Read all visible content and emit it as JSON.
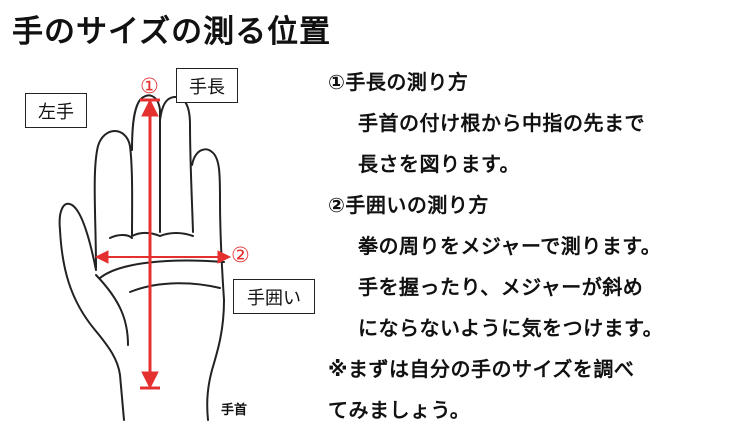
{
  "title": "手のサイズの測る位置",
  "diagram": {
    "hand_label": "左手",
    "marker_1": "①",
    "length_label": "手長",
    "marker_2": "②",
    "girth_label": "手囲い",
    "wrist_label": "手首",
    "colors": {
      "accent": "#e53030",
      "outline": "#222222"
    }
  },
  "instructions": {
    "heading_1": "①手長の測り方",
    "text_1a": "手首の付け根から中指の先まで",
    "text_1b": "長さを図ります。",
    "heading_2": "②手囲いの測り方",
    "text_2a": "拳の周りをメジャーで測ります。",
    "text_2b": "手を握ったり、メジャーが斜め",
    "text_2c": "にならないように気をつけます。",
    "note_1": "※まずは自分の手のサイズを調べ",
    "note_2": "てみましょう。"
  }
}
